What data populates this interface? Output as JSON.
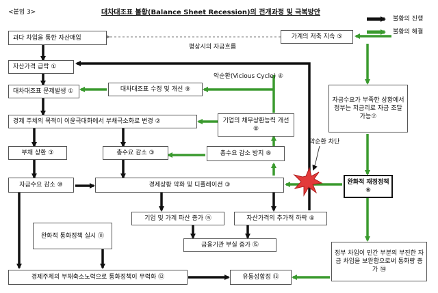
{
  "header": {
    "tag": "<붙임 3>",
    "title": "대차대조표 불황(Balance Sheet Recession)의 전개과정 및 극복방안"
  },
  "legend": {
    "progress": "불황의 진행",
    "resolution": "불황의 해결",
    "colors": {
      "progress": "#111111",
      "resolution": "#3a9a2e"
    }
  },
  "nodes": {
    "asset_purchase": "과다 차입을 통한 자산매입",
    "savings": "가계의 저축 지속 ⑤",
    "normal_flow": "평상시의 자금흐름",
    "asset_drop": "자산가격 급락 ①",
    "vicious_cycle": "악순환(Vicious Cycle) ④",
    "balance_problem": "대차대조표 문제발생 ①",
    "balance_fix": "대차대조표 수정 및 개선 ⑨",
    "corp_repay": "기업의 채무상환능력 개선 ⑧",
    "goal_change": "경제 주체의 목적이 이윤극대화에서 부채극소화로 변경 ②",
    "debt_repay": "부채 상환 ③",
    "demand_drop": "총수요 감소 ③",
    "demand_protect": "총수요 감소 방지 ⑧",
    "cycle_break": "악순환 차단",
    "gov_borrow": "자금수요가 부족한 상황에서 정부는 저금리로 자금 조달 가능⑦",
    "fund_drop": "자금수요 감소 ⑩",
    "deflation": "경제상황 악화 및 디플레이션 ③",
    "fiscal": "완화적 재정정책 ⑥",
    "bankrupt": "기업 및 가계 파산 증가 ⑮",
    "asset_further": "자산가격의 추가적 하락 ④",
    "monetary": "완화적 통화정책 실시 ⑪",
    "bank_bad": "금융기관 부실 증가 ⑮",
    "gov_supply": "정부 차입이 민간 부분의 부진한 자금 차입을 보완함으로써 통화량 증가 ⑭",
    "monetary_fail": "경제주체의 부채축소노력으로 통화정책이 무력화 ⑫",
    "liquidity_trap": "유동성함정 ⑬"
  }
}
